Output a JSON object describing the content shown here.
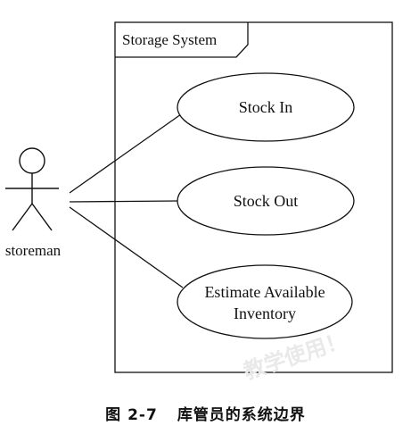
{
  "diagram": {
    "type": "uml-use-case",
    "system_boundary_label": "Storage System",
    "actor": {
      "name": "storeman"
    },
    "use_cases": [
      {
        "id": "stock-in",
        "lines": [
          "Stock In"
        ]
      },
      {
        "id": "stock-out",
        "lines": [
          "Stock Out"
        ]
      },
      {
        "id": "estimate-inventory",
        "lines": [
          "Estimate Available",
          "Inventory"
        ]
      }
    ],
    "associations": [
      {
        "from": "storeman",
        "to": "stock-in"
      },
      {
        "from": "storeman",
        "to": "stock-out"
      },
      {
        "from": "storeman",
        "to": "estimate-inventory"
      }
    ]
  },
  "caption": {
    "figure_number": "图 2-7",
    "title": "库管员的系统边界"
  },
  "watermark": "教学使用！",
  "colors": {
    "stroke": "#111111",
    "background": "#ffffff"
  }
}
